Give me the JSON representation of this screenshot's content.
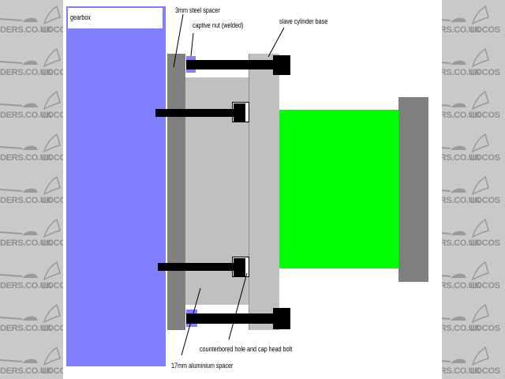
{
  "watermark": {
    "text_left": "DERS.CO.UK",
    "text_right": "LOCOS",
    "rows": [
      0,
      1,
      2,
      3,
      4,
      5,
      6,
      7,
      8
    ],
    "background": "#c9c9c9"
  },
  "diagram": {
    "labels": {
      "gearbox": "gearbox",
      "steel_spacer": "3mm steel spacer",
      "captive_nut": "captive nut (welded)",
      "slave_cylinder_base": "slave cylinder base",
      "counterbored_bolt": "counterbored hole and cap head bolt",
      "aluminium_spacer": "17mm aluminium spacer"
    },
    "colors": {
      "gearbox": "#8080ff",
      "steel_spacer": "#808080",
      "aluminium_spacer": "#c0c0c0",
      "slave_cylinder_base": "#c0c0c0",
      "captive_nut": "#8080ff",
      "bolt": "#000000",
      "slave_cylinder": "#00ff00",
      "end_plate": "#808080"
    }
  }
}
